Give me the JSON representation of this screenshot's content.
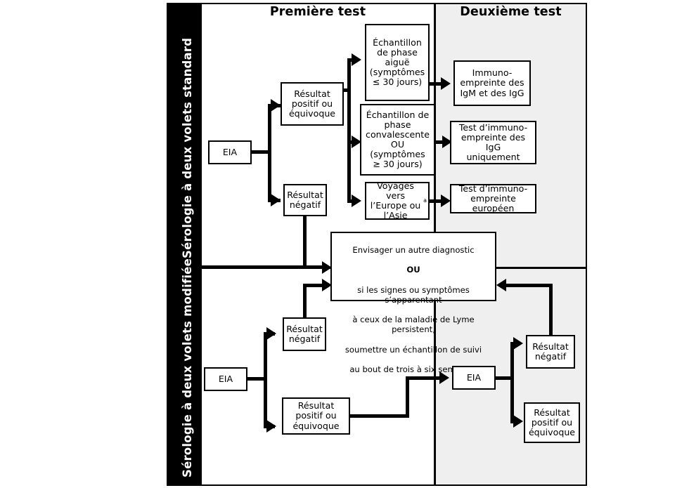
{
  "columns": {
    "first": "Première test",
    "second": "Deuxième test"
  },
  "sections": {
    "standard": "Sérologie à deux volets standard",
    "modified": "Sérologie à deux volets modifiée"
  },
  "colors": {
    "second_column_bg": "#efefef",
    "band_bg": "#000000",
    "line": "#000000",
    "page_bg": "#ffffff"
  },
  "standard": {
    "eia": "EIA",
    "positive": "Résultat\npositif ou\néquivoque",
    "negative": "Résultat\nnégatif",
    "acute": "Échantillon\nde phase\naiguë\n(symptômes\n≤ 30 jours)",
    "convalescent": "Échantillon de\nphase\nconvalescente\nOU\n(symptômes\n≥ 30 jours)",
    "travel": "Voyages vers\nl’Europe ou\nl’Asie",
    "travel_superscript": "a",
    "immunoblot_igm_igg": "Immuno-\nempreinte des\nIgM et des IgG",
    "immunoblot_igg": "Test d’immuno-\nempreinte des IgG\nuniquement",
    "immunoblot_eu": "Test d’immuno-\nempreinte européen"
  },
  "memo": {
    "line1": "Envisager un autre diagnostic",
    "line2": "OU",
    "line3": "si les signes ou symptômes s’apparentant",
    "line4": "à ceux de la maladie de Lyme persistent,",
    "line5": "soumettre un échantillon de suivi",
    "line6": "au bout de trois à six semaines"
  },
  "modified": {
    "eia_first": "EIA",
    "negative_first": "Résultat\nnégatif",
    "positive_first": "Résultat\npositif ou\néquivoque",
    "eia_second": "EIA",
    "negative_second": "Résultat\nnégatif",
    "positive_second": "Résultat\npositif ou\néquivoque"
  }
}
